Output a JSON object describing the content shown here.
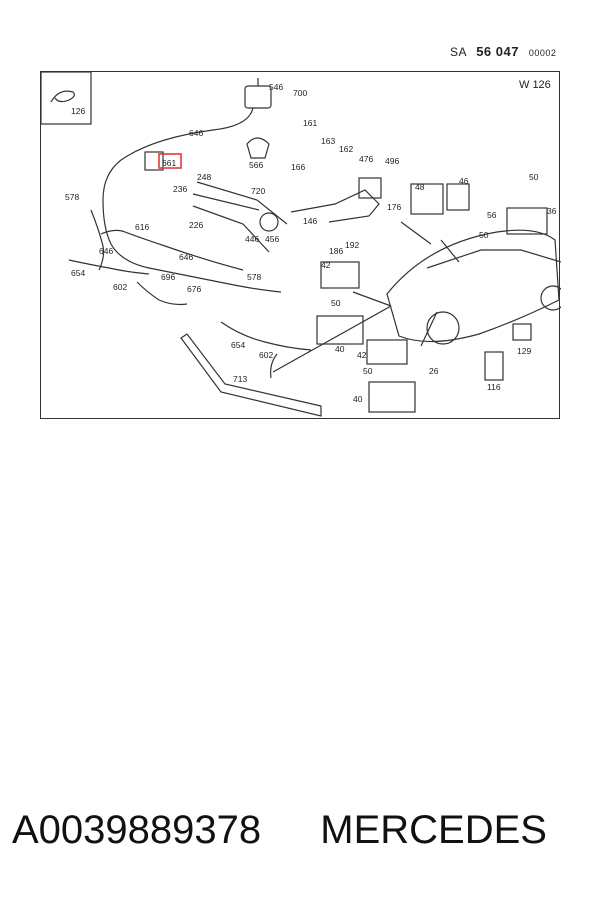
{
  "header": {
    "prefix": "SA",
    "number": "56 047",
    "suffix": "00002"
  },
  "diagram": {
    "model": "W 126",
    "callouts": [
      {
        "id": "c126",
        "text": "126"
      },
      {
        "id": "c546",
        "text": "546"
      },
      {
        "id": "c700",
        "text": "700"
      },
      {
        "id": "c161",
        "text": "161"
      },
      {
        "id": "c646a",
        "text": "646"
      },
      {
        "id": "c163",
        "text": "163"
      },
      {
        "id": "c162",
        "text": "162"
      },
      {
        "id": "c476",
        "text": "476"
      },
      {
        "id": "c496",
        "text": "496"
      },
      {
        "id": "c566",
        "text": "566"
      },
      {
        "id": "c166",
        "text": "166"
      },
      {
        "id": "c661",
        "text": "661"
      },
      {
        "id": "c248",
        "text": "248"
      },
      {
        "id": "c236",
        "text": "236"
      },
      {
        "id": "c720",
        "text": "720"
      },
      {
        "id": "c578a",
        "text": "578"
      },
      {
        "id": "c48",
        "text": "48"
      },
      {
        "id": "c46",
        "text": "46"
      },
      {
        "id": "c50a",
        "text": "50"
      },
      {
        "id": "c176",
        "text": "176"
      },
      {
        "id": "c146",
        "text": "146"
      },
      {
        "id": "c616",
        "text": "616"
      },
      {
        "id": "c226",
        "text": "226"
      },
      {
        "id": "c446",
        "text": "446"
      },
      {
        "id": "c456",
        "text": "456"
      },
      {
        "id": "c56",
        "text": "56"
      },
      {
        "id": "c36",
        "text": "36"
      },
      {
        "id": "c50b",
        "text": "50"
      },
      {
        "id": "c186",
        "text": "186"
      },
      {
        "id": "c192",
        "text": "192"
      },
      {
        "id": "c646b",
        "text": "646"
      },
      {
        "id": "c646c",
        "text": "646"
      },
      {
        "id": "c654a",
        "text": "654"
      },
      {
        "id": "c696",
        "text": "696"
      },
      {
        "id": "c578b",
        "text": "578"
      },
      {
        "id": "c42a",
        "text": "42"
      },
      {
        "id": "c602a",
        "text": "602"
      },
      {
        "id": "c676",
        "text": "676"
      },
      {
        "id": "c50c",
        "text": "50"
      },
      {
        "id": "c40a",
        "text": "40"
      },
      {
        "id": "c129",
        "text": "129"
      },
      {
        "id": "c654b",
        "text": "654"
      },
      {
        "id": "c602b",
        "text": "602"
      },
      {
        "id": "c42b",
        "text": "42"
      },
      {
        "id": "c50d",
        "text": "50"
      },
      {
        "id": "c713",
        "text": "713"
      },
      {
        "id": "c26",
        "text": "26"
      },
      {
        "id": "c116",
        "text": "116"
      },
      {
        "id": "c40b",
        "text": "40"
      }
    ]
  },
  "footer": {
    "part_number": "A0039889378",
    "brand": "MERCEDES"
  },
  "colors": {
    "highlight": "#e23a3a",
    "line": "#333333"
  }
}
